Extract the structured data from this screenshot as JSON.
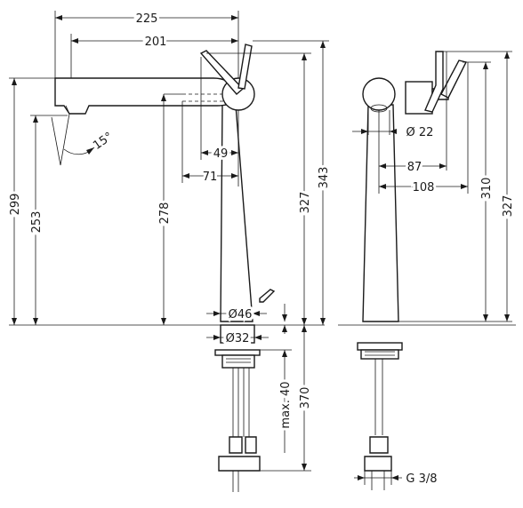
{
  "dimensions": {
    "width_225": "225",
    "width_201": "201",
    "height_299": "299",
    "height_253": "253",
    "angle_15": "15°",
    "height_278": "278",
    "offset_49": "49",
    "offset_71": "71",
    "height_327_side": "327",
    "height_343": "343",
    "diameter_46": "Ø46",
    "diameter_32": "Ø32",
    "max_40": "max. 40",
    "length_370": "370",
    "diameter_22": "Ø 22",
    "offset_87": "87",
    "offset_108": "108",
    "height_310": "310",
    "height_327_front": "327",
    "thread_g38": "G 3/8"
  }
}
